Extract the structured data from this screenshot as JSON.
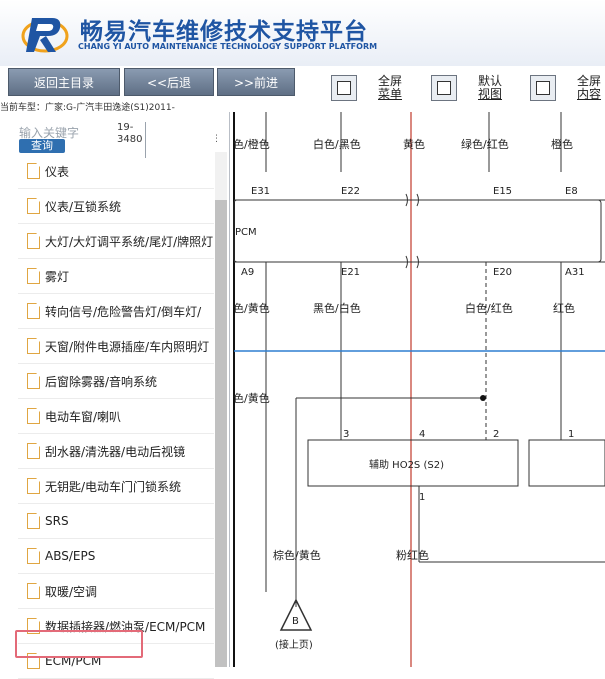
{
  "header": {
    "title_cn": "畅易汽车维修技术支持平台",
    "title_en": "CHANG YI AUTO MAINTENANCE TECHNOLOGY SUPPORT PLATFORM"
  },
  "toolbar": {
    "back_main": "返回主目录",
    "back": "<<后退",
    "forward": ">>前进",
    "fullscreen_menu_1": "全屏",
    "fullscreen_menu_2": "菜单",
    "default_view_1": "默认",
    "default_view_2": "视图",
    "fullscreen_content_1": "全屏",
    "fullscreen_content_2": "内容"
  },
  "vehicle_info": "当前车型：广家:G-广汽丰田逸途(S1)2011-",
  "search": {
    "placeholder": "输入关键字",
    "button": "查询",
    "code_1": "19-",
    "code_2": "3480"
  },
  "sidebar": {
    "items": [
      "仪表",
      "仪表/互锁系统",
      "大灯/大灯调平系统/尾灯/牌照灯",
      "雾灯",
      "转向信号/危险警告灯/倒车灯/",
      "天窗/附件电源插座/车内照明灯",
      "后窗除雾器/音响系统",
      "电动车窗/喇叭",
      "刮水器/清洗器/电动后视镜",
      "无钥匙/电动车门门锁系统",
      "SRS",
      "ABS/EPS",
      "取暖/空调",
      "数据插接器/燃油泵/ECM/PCM",
      "ECM/PCM"
    ],
    "selected": "ECM/PCM"
  },
  "diagram": {
    "wire_top": [
      "色/橙色",
      "白色/黑色",
      "黄色",
      "绿色/红色",
      "橙色"
    ],
    "pins_top": [
      "E31",
      "E22",
      "E15",
      "E8"
    ],
    "module": "PCM",
    "pins_bottom": [
      "A9",
      "E21",
      "E20",
      "A31"
    ],
    "wire_mid": [
      "色/黄色",
      "黑色/白色",
      "白色/红色",
      "红色"
    ],
    "wire_left": "色/黄色",
    "sensor_pins": [
      "3",
      "4",
      "2",
      "1"
    ],
    "sensor_label": "辅助 HO2S (S2)",
    "sensor_pin_out": "1",
    "wire_bottom_left": "棕色/黄色",
    "wire_bottom_right": "粉红色",
    "connector_ref": "B",
    "connector_note": "(接上页)"
  }
}
